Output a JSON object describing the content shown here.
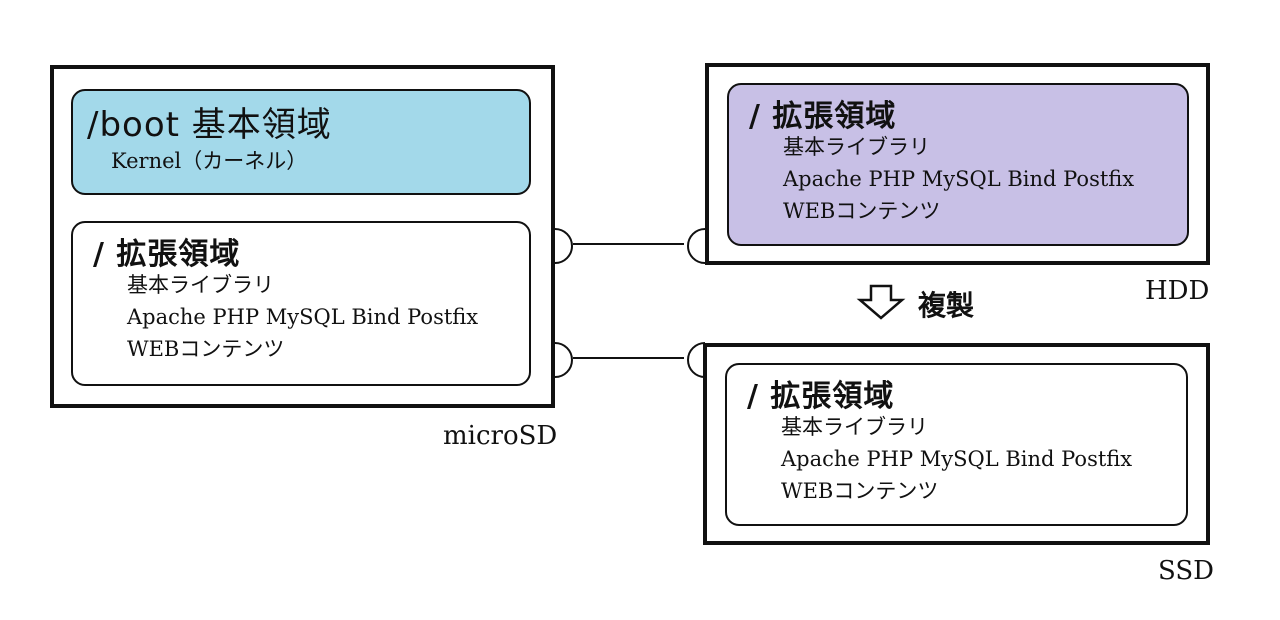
{
  "microsd": {
    "label": "microSD",
    "boot": {
      "title": "/boot 基本領域",
      "lines": [
        "Kernel（カーネル）"
      ],
      "color": "#a3d9ea"
    },
    "root": {
      "title": "/ 拡張領域",
      "lines": [
        "基本ライブラリ",
        "Apache PHP MySQL Bind Postfix",
        "WEBコンテンツ"
      ]
    }
  },
  "hdd": {
    "label": "HDD",
    "root": {
      "title": "/ 拡張領域",
      "lines": [
        "基本ライブラリ",
        "Apache PHP MySQL Bind Postfix",
        "WEBコンテンツ"
      ],
      "color": "#c8c0e6"
    }
  },
  "ssd": {
    "label": "SSD",
    "root": {
      "title": "/ 拡張領域",
      "lines": [
        "基本ライブラリ",
        "Apache PHP MySQL Bind Postfix",
        "WEBコンテンツ"
      ]
    }
  },
  "copy": {
    "label": "複製"
  }
}
